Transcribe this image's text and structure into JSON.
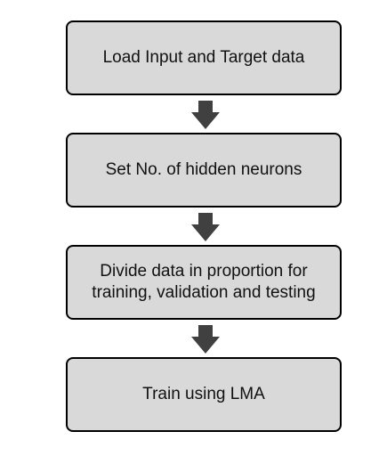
{
  "steps": [
    {
      "label": "Load Input and Target data"
    },
    {
      "label": "Set No. of hidden neurons"
    },
    {
      "label": "Divide data in proportion for training, validation and testing"
    },
    {
      "label": "Train using LMA"
    }
  ],
  "colors": {
    "box_fill": "#d9d9d9",
    "box_border": "#000000",
    "arrow": "#404040",
    "text": "#111111",
    "background": "#ffffff"
  },
  "icons": {
    "arrow": "down-arrow-icon"
  }
}
